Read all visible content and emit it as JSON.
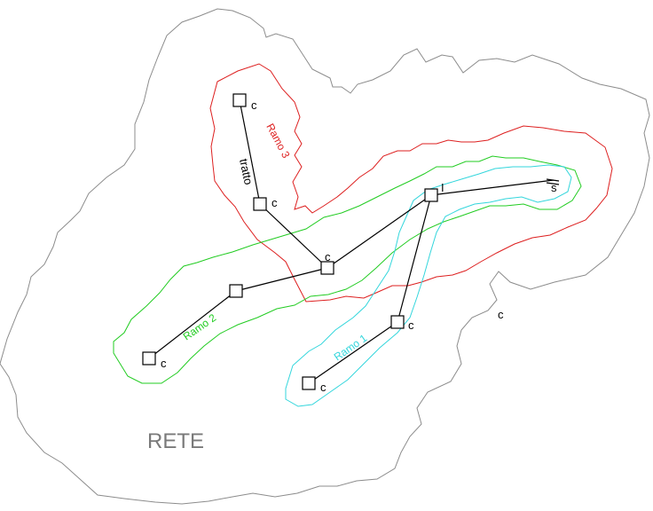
{
  "network_label": "RETE",
  "branch_labels": {
    "ramo1": "Ramo 1",
    "ramo2": "Ramo 2",
    "ramo3": "Ramo 3"
  },
  "segment_label": "tratto",
  "node_labels": {
    "consumer": "c",
    "intersection": "I",
    "source": "s"
  },
  "colors": {
    "network_outline": "#8c8c8c",
    "ramo1": "#33d6dc",
    "ramo2": "#22cc22",
    "ramo3": "#dd1f1f",
    "nodes": "#000000"
  }
}
